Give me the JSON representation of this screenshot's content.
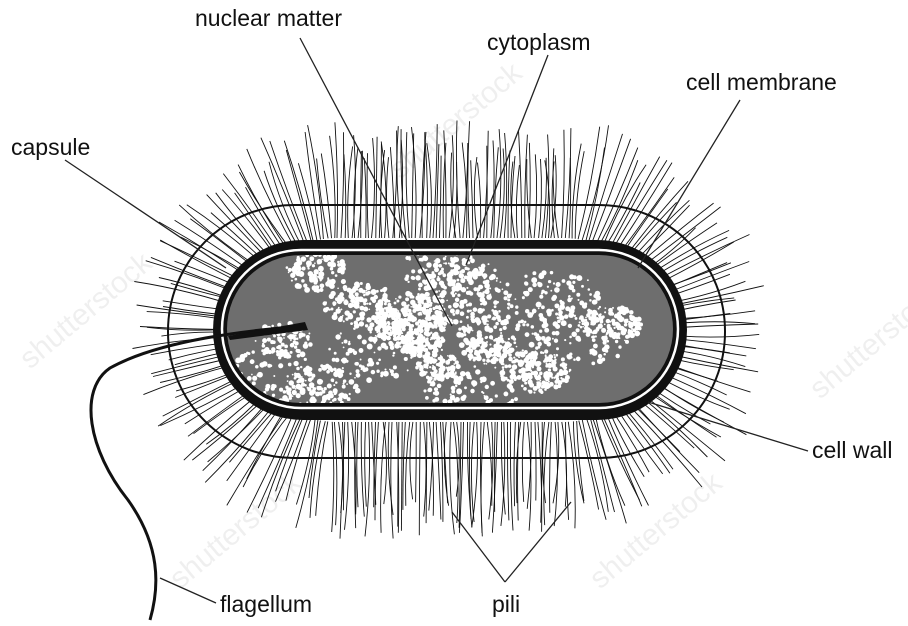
{
  "diagram": {
    "labels": {
      "nuclear_matter": "nuclear matter",
      "cytoplasm": "cytoplasm",
      "cell_membrane": "cell membrane",
      "capsule": "capsule",
      "cell_wall": "cell wall",
      "flagellum": "flagellum",
      "pili": "pili"
    },
    "watermark": "shutterstock"
  }
}
